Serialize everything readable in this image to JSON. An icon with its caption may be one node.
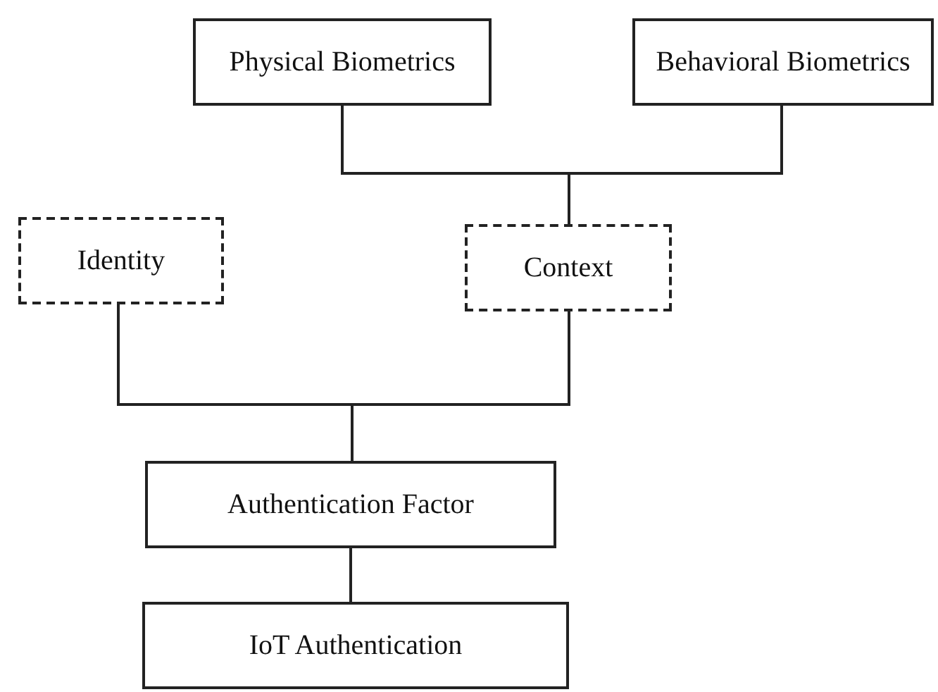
{
  "diagram": {
    "nodes": [
      {
        "text": [
          "Physical Biometrics"
        ]
      },
      {
        "text": [
          "Behavioral Biometrics"
        ]
      },
      {
        "text": [
          "Identity"
        ]
      },
      {
        "text": [
          "Context"
        ]
      },
      {
        "text": [
          "Authentication Factor"
        ]
      },
      {
        "text": [
          "IoT Authentication"
        ]
      }
    ],
    "edges": [
      {
        "from": 0,
        "to": 3,
        "arrow": "none"
      },
      {
        "from": 1,
        "to": 3,
        "arrow": "none"
      },
      {
        "from": 2,
        "to": 4,
        "arrow": "none"
      },
      {
        "from": 3,
        "to": 4,
        "arrow": "none"
      },
      {
        "from": 4,
        "to": 5,
        "arrow": "none"
      }
    ]
  }
}
